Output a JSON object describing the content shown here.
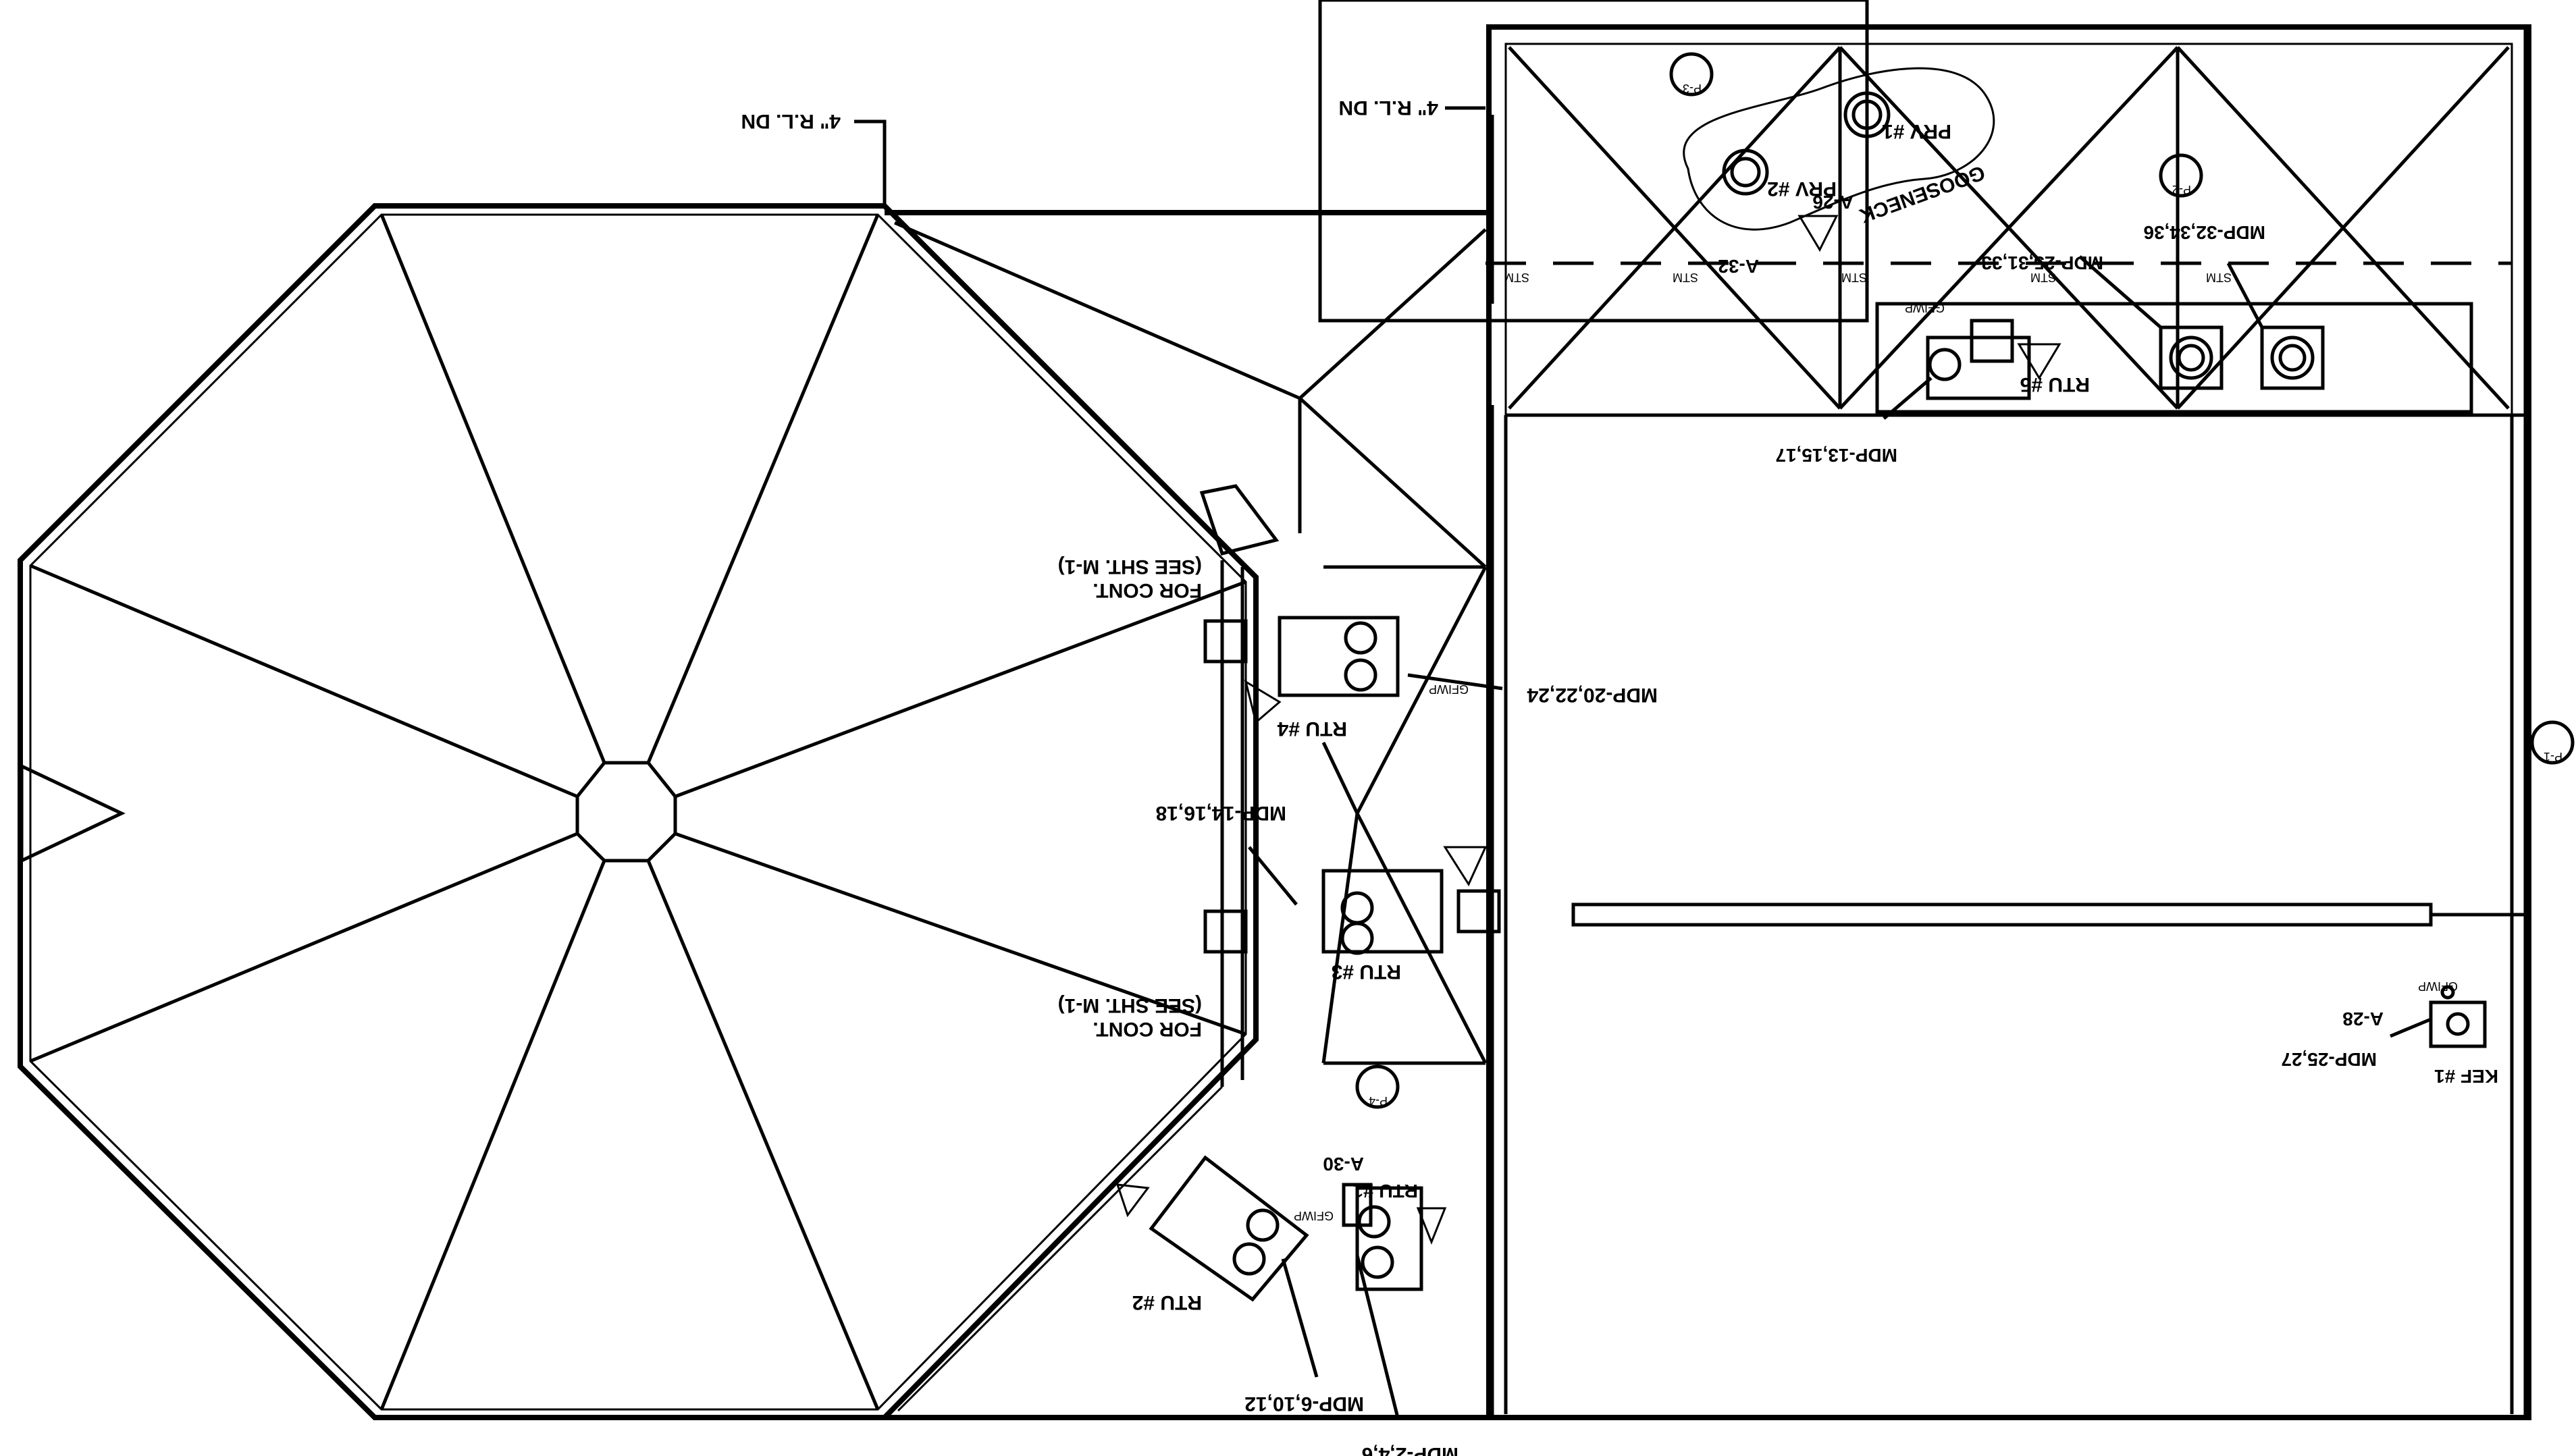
{
  "drawing": {
    "orientation": "rotated 180 degrees",
    "labels": {
      "rl_dn_left": "4\" R.L. DN",
      "rl_dn_right": "4\" R.L. DN",
      "gooseneck": "GOOSENECK",
      "prv1": "PRV #1",
      "prv2": "PRV #2",
      "a26_top": "A-26",
      "a32": "A-32",
      "mdp_25_31_33": "MDP-25,31,33",
      "mdp_32_34_36": "MDP-32,34,36",
      "gfiwp_rtu5": "GFIWP",
      "rtu5": "RTU #5",
      "mdp_13_15_17": "MDP-13,15,17",
      "for_cont_1a": "FOR CONT.",
      "for_cont_1b": "(SEE SHT. M-1)",
      "gfiwp_rtu4": "GFIWP",
      "mdp_20_22_24": "MDP-20,22,24",
      "rtu4": "RTU #4",
      "mdp_14_16_18": "MDP-14,16,18",
      "rtu3": "RTU #3",
      "for_cont_2a": "FOR CONT.",
      "for_cont_2b": "(SEE SHT. M-1)",
      "a30": "A-30",
      "rtu1": "RTU #1",
      "gfiwp_rtu1": "GFIWP",
      "rtu2": "RTU #2",
      "mdp_6_10_12": "MDP-6,10,12",
      "mdp_2_4_6": "MDP-2,4,6",
      "gfiwp_kef": "GFIWP",
      "a28": "A-28",
      "mdp_25_27": "MDP-25,27",
      "kef1": "KEF #1",
      "stm": "STM",
      "p_tags": [
        "P-1",
        "P-2",
        "P-3",
        "P-4"
      ]
    }
  }
}
